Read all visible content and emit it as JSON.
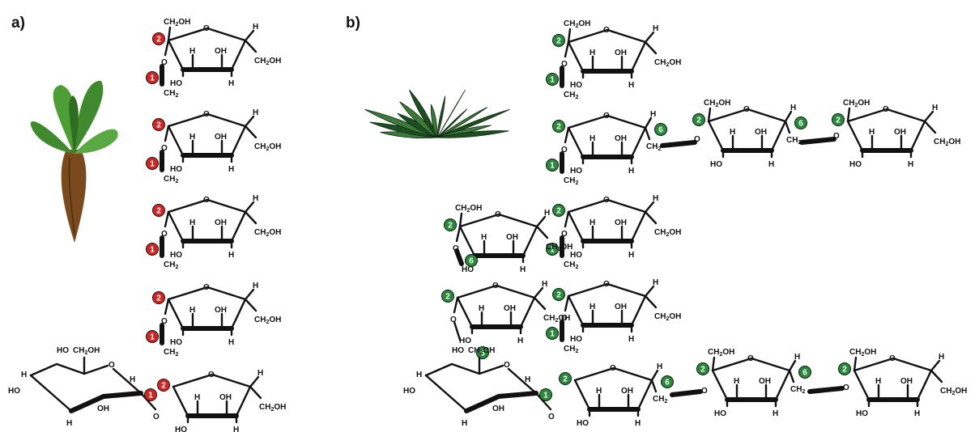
{
  "panels": {
    "a": {
      "label": "a)"
    },
    "b": {
      "label": "b)"
    }
  },
  "atoms": {
    "ring_o": "O",
    "h": "H",
    "oh": "OH",
    "ho": "HO",
    "ch2oh": "CH2OH",
    "ch2": "CH2",
    "link_o": "O"
  },
  "badges": {
    "c1": "1",
    "c2": "2",
    "c6": "6"
  },
  "colors": {
    "panel_a_badge": "#d42525",
    "panel_b_badge": "#2a8a3c",
    "ink": "#111111",
    "beet_leaf": "#3f8a2f",
    "beet_root": "#7a4a1e",
    "agave": "#1f4d22"
  },
  "illustrations": {
    "panel_a": "sugar-beet",
    "panel_b": "agave-plant"
  }
}
